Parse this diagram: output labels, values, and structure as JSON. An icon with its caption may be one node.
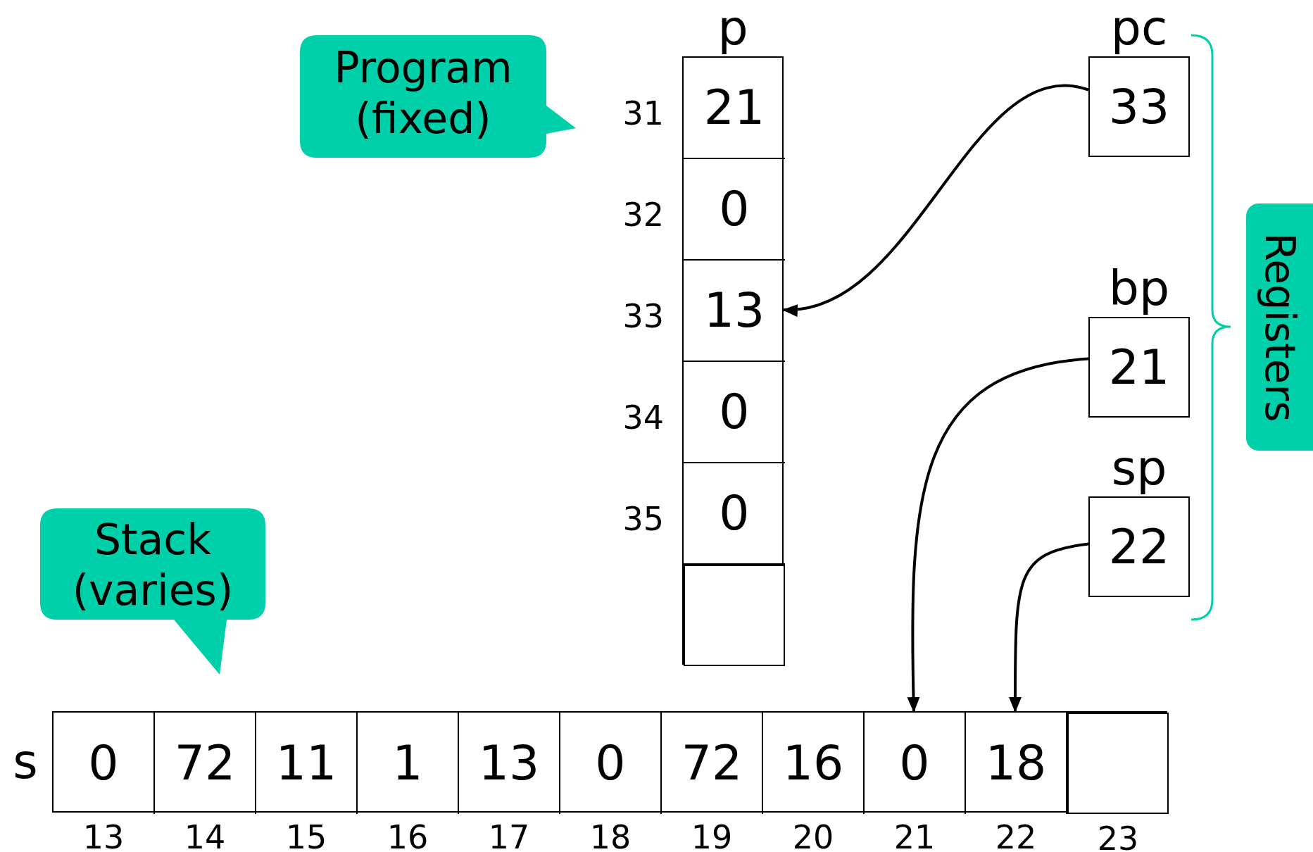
{
  "diagram": {
    "nodes": [
      {
        "text": [
          "Program (fixed)"
        ]
      },
      {
        "text": [
          "p"
        ]
      },
      {
        "text": [
          "21"
        ],
        "in": 1,
        "beside": [
          "31"
        ]
      },
      {
        "text": [
          "0"
        ],
        "in": 1,
        "beside": [
          "32"
        ]
      },
      {
        "text": [
          "13"
        ],
        "in": 1,
        "beside": [
          "33"
        ]
      },
      {
        "text": [
          "0"
        ],
        "in": 1,
        "beside": [
          "34"
        ]
      },
      {
        "text": [
          "0"
        ],
        "in": 1,
        "beside": [
          "35"
        ]
      },
      {
        "text": [],
        "shape": "box",
        "in": 1
      },
      {
        "text": [
          "pc",
          "33"
        ]
      },
      {
        "text": [
          "bp",
          "21"
        ]
      },
      {
        "text": [
          "sp",
          "22"
        ]
      },
      {
        "text": [
          "Registers"
        ]
      },
      {
        "text": [
          "Stack (varies)"
        ]
      },
      {
        "text": [
          "s"
        ]
      },
      {
        "text": [
          "0"
        ],
        "in": 13,
        "beside": [
          "13"
        ]
      },
      {
        "text": [
          "72"
        ],
        "in": 13,
        "beside": [
          "14"
        ]
      },
      {
        "text": [
          "11"
        ],
        "in": 13,
        "beside": [
          "15"
        ]
      },
      {
        "text": [
          "1"
        ],
        "in": 13,
        "beside": [
          "16"
        ]
      },
      {
        "text": [
          "13"
        ],
        "in": 13,
        "beside": [
          "17"
        ]
      },
      {
        "text": [
          "0"
        ],
        "in": 13,
        "beside": [
          "18"
        ]
      },
      {
        "text": [
          "72"
        ],
        "in": 13,
        "beside": [
          "19"
        ]
      },
      {
        "text": [
          "16"
        ],
        "in": 13,
        "beside": [
          "20"
        ]
      },
      {
        "text": [
          "0"
        ],
        "in": 13,
        "beside": [
          "21"
        ]
      },
      {
        "text": [
          "18"
        ],
        "in": 13,
        "beside": [
          "22"
        ]
      },
      {
        "text": [],
        "shape": "box",
        "in": 13,
        "beside": [
          "23"
        ]
      }
    ],
    "edges": [
      {
        "from": 8,
        "to": 4,
        "arrow": "to"
      },
      {
        "from": 9,
        "to": 22,
        "arrow": "to"
      },
      {
        "from": 10,
        "to": 23,
        "arrow": "to"
      }
    ]
  }
}
